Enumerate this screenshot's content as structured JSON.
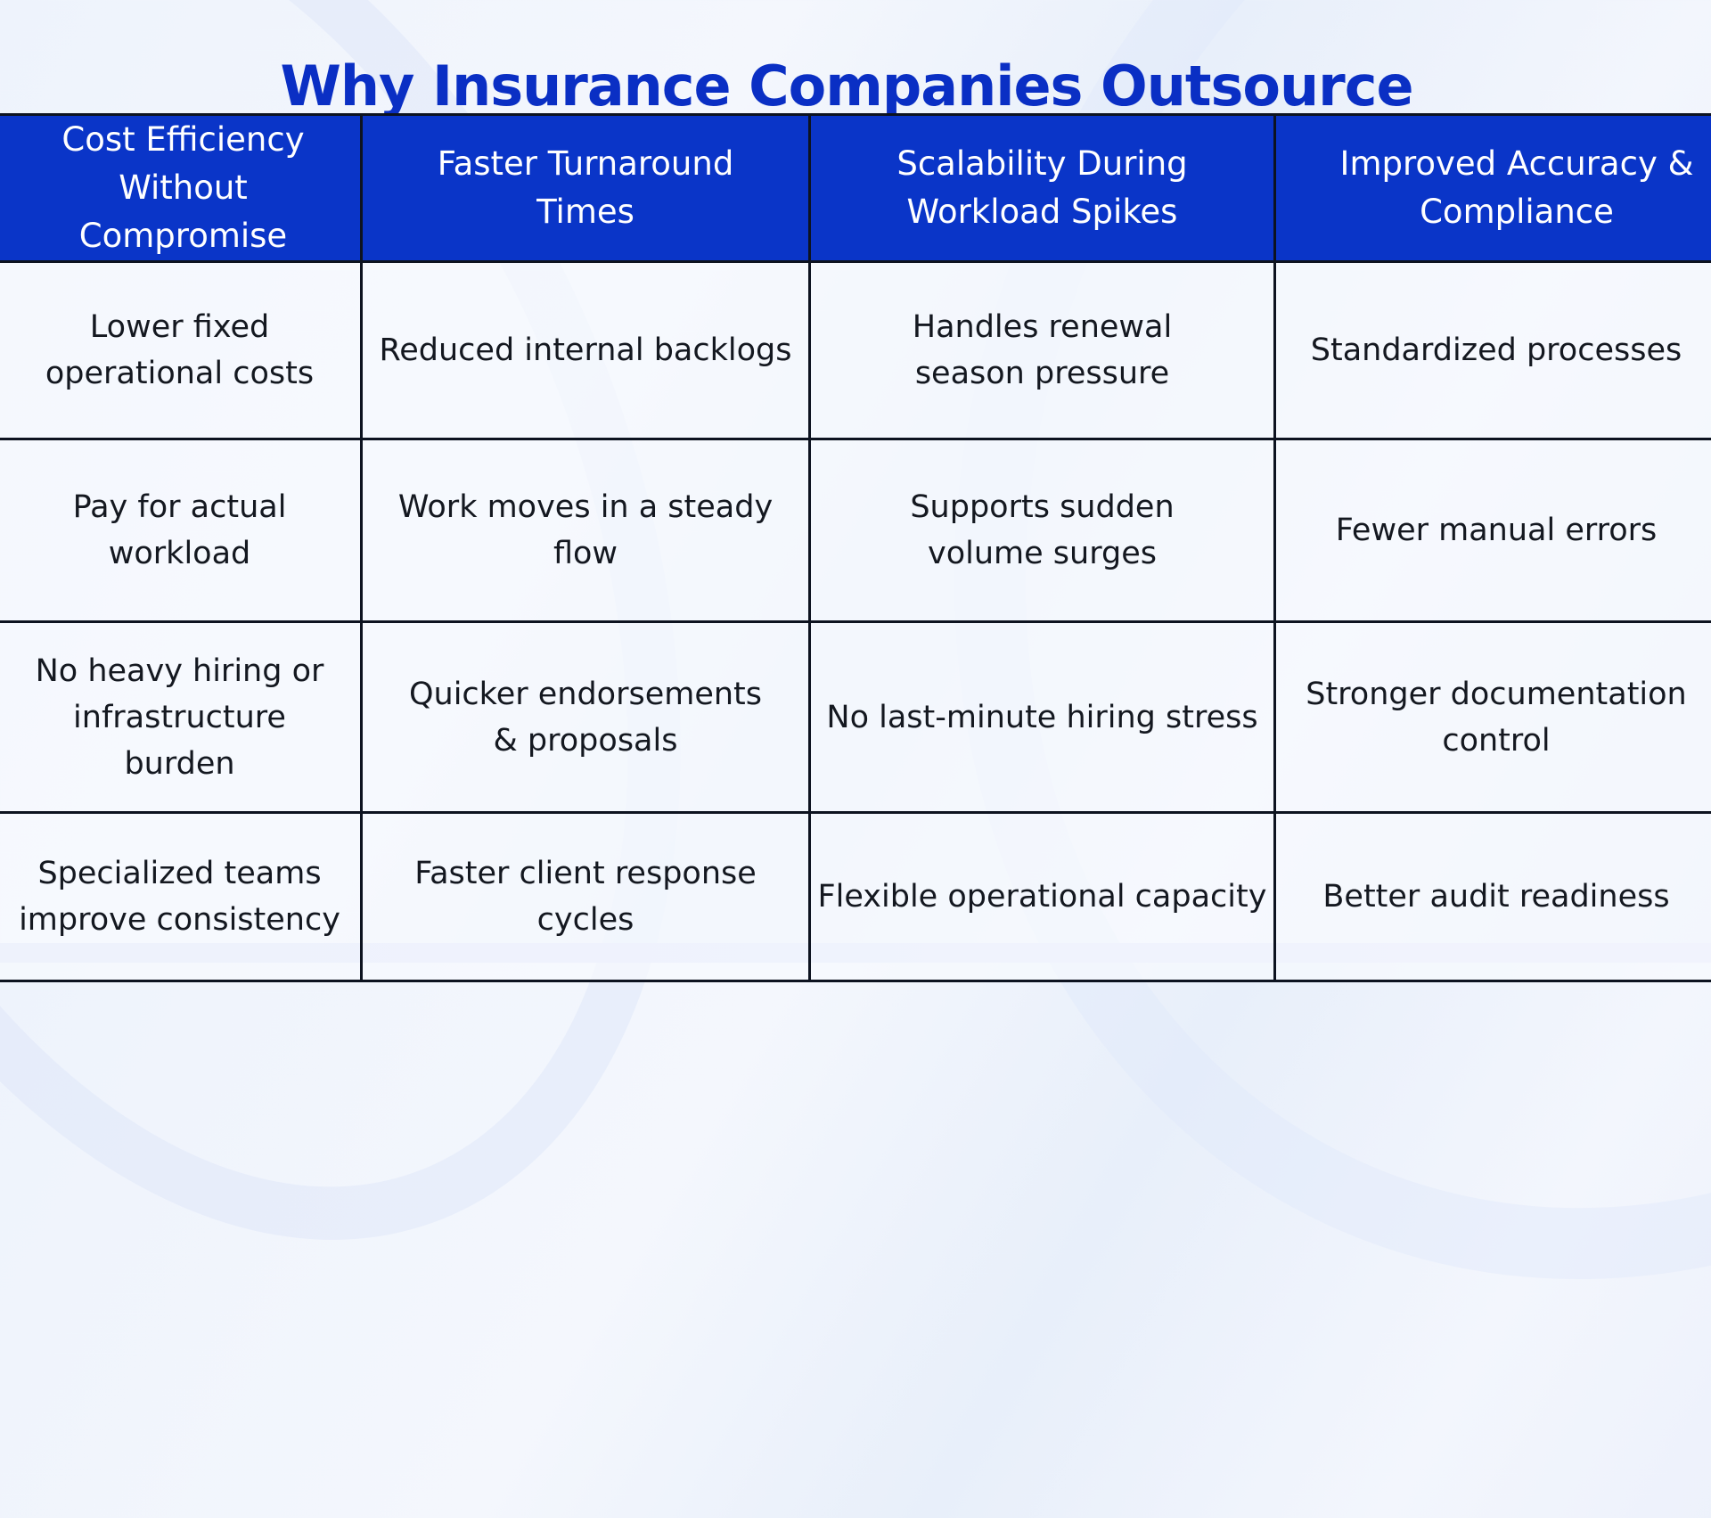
{
  "title": "Why Insurance Companies Outsource",
  "colors": {
    "title": "#0a2fc4",
    "header_bg": "#0a35c8",
    "header_text": "#ffffff",
    "border": "#0d1320",
    "body_text": "#141820"
  },
  "table": {
    "headers": [
      "Cost Efficiency Without Compromise",
      "Faster Turnaround Times",
      "Scalability During Workload Spikes",
      "Improved Accuracy & Compliance"
    ],
    "rows": [
      [
        "Lower fixed operational costs",
        "Reduced internal backlogs",
        "Handles renewal season pressure",
        "Standardized processes"
      ],
      [
        "Pay for actual workload",
        "Work moves in a steady flow",
        "Supports sudden volume surges",
        "Fewer manual errors"
      ],
      [
        "No heavy hiring or infrastructure burden",
        "Quicker endorsements & proposals",
        "No last-minute hiring stress",
        "Stronger documentation control"
      ],
      [
        "Specialized teams improve consistency",
        "Faster client response cycles",
        "Flexible operational capacity",
        "Better audit readiness"
      ]
    ]
  }
}
